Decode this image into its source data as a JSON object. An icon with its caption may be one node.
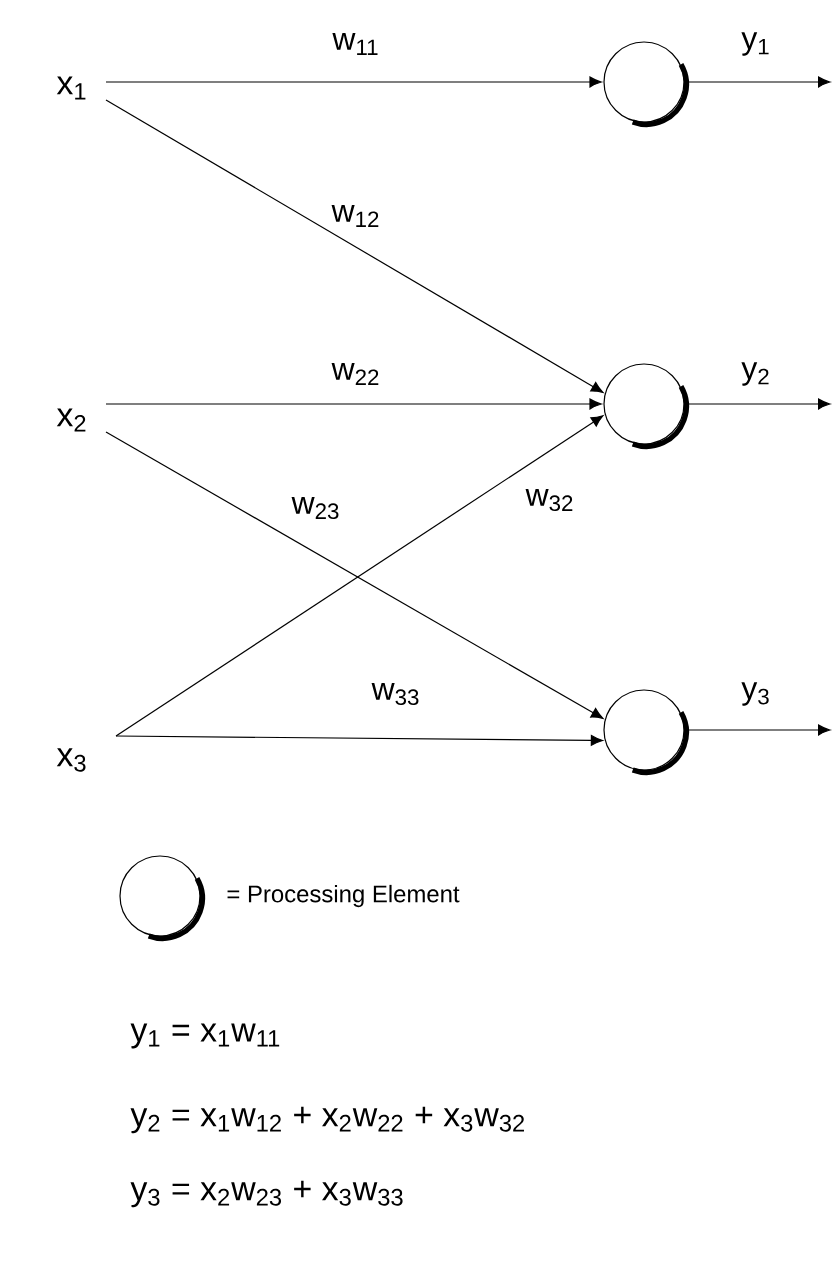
{
  "diagram": {
    "nodes": [
      {
        "text": [
          "x$_{1}$"
        ]
      },
      {
        "text": [
          "x$_{2}$"
        ]
      },
      {
        "text": [
          "x$_{3}$"
        ]
      },
      {
        "text": [],
        "shape": "circle"
      },
      {
        "text": [],
        "shape": "circle"
      },
      {
        "text": [],
        "shape": "circle"
      }
    ],
    "edges": [
      {
        "from": 0,
        "to": 3,
        "arrow": "to",
        "label": "w$_{11}$"
      },
      {
        "from": 0,
        "to": 4,
        "arrow": "to",
        "label": "w$_{12}$"
      },
      {
        "from": 1,
        "to": 4,
        "arrow": "to",
        "label": "w$_{22}$"
      },
      {
        "from": 1,
        "to": 5,
        "arrow": "to",
        "label": "w$_{23}$"
      },
      {
        "from": 2,
        "to": 4,
        "arrow": "to",
        "label": "w$_{32}$"
      },
      {
        "from": 2,
        "to": 5,
        "arrow": "to",
        "label": "w$_{33}$"
      },
      {
        "from": 3,
        "to": null,
        "arrow": "to",
        "label": "y$_{1}$"
      },
      {
        "from": 4,
        "to": null,
        "arrow": "to",
        "label": "y$_{2}$"
      },
      {
        "from": 5,
        "to": null,
        "arrow": "to",
        "label": "y$_{3}$"
      }
    ],
    "labels": [
      "y$_{1}$ = x$_{1}$w$_{11}$",
      "y$_{2}$ = x$_{1}$w$_{12}$ + x$_{2}$w$_{22}$ + x$_{3}$w$_{32}$",
      "y$_{3}$ = x$_{2}$w$_{23}$ + x$_{3}$w$_{33}$"
    ],
    "legend": [
      {
        "text": "= Processing Element"
      }
    ]
  }
}
